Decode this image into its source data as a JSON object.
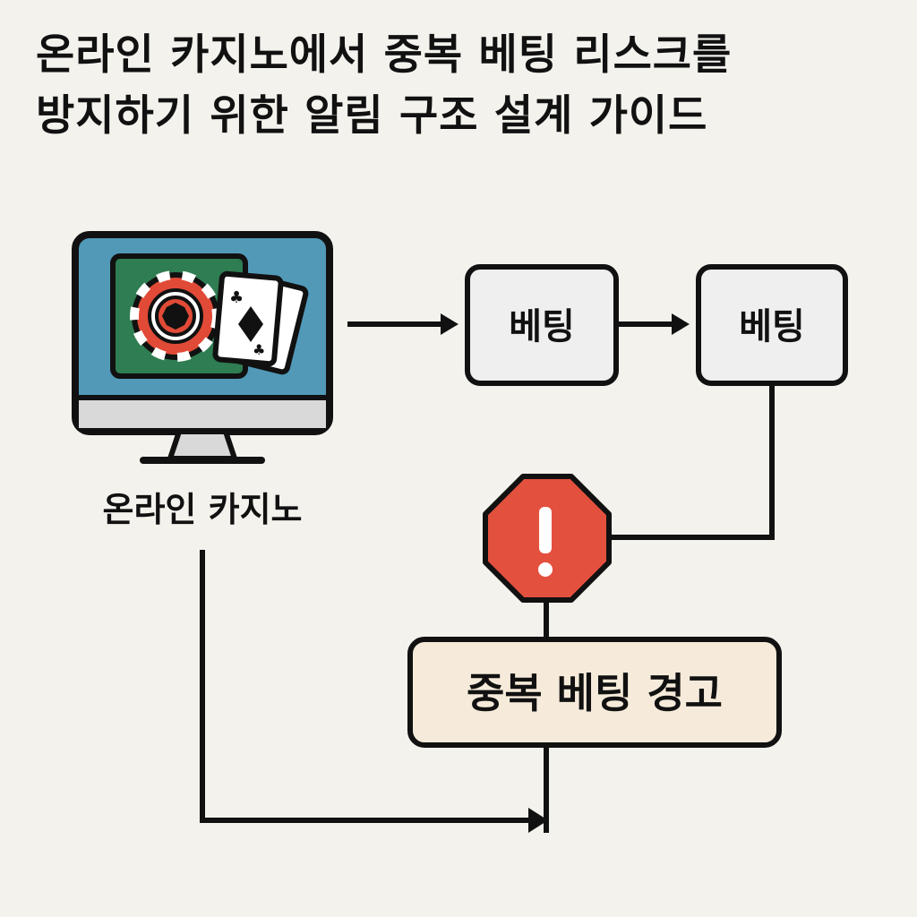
{
  "title": {
    "line1": "온라인 카지노에서 중복 베팅 리스크를",
    "line2": "방지하기 위한 알림 구조 설계 가이드"
  },
  "nodes": {
    "casino_label": "온라인 카지노",
    "bet_box_1": "베팅",
    "bet_box_2": "베팅",
    "warning_box": "중복 베팅 경고"
  },
  "icons": {
    "monitor": "computer-monitor-icon",
    "chip": "casino-chip-icon",
    "cards": "playing-cards-icon",
    "stop_sign": "stop-warning-icon"
  },
  "colors": {
    "background": "#f4f2ed",
    "screen": "#5299b8",
    "table_felt": "#2f7d52",
    "chip_red": "#e04a37",
    "box_fill": "#efefef",
    "warning_fill": "#f6ebda",
    "stop_red": "#e4503e",
    "stroke": "#111111"
  }
}
